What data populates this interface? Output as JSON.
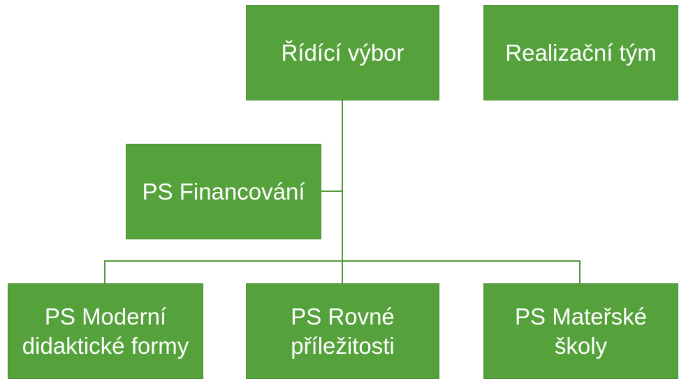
{
  "colors": {
    "box_fill": "#55a13b",
    "connector": "#4f9a36",
    "text": "#ffffff"
  },
  "diagram": {
    "steering_committee": "Řídící výbor",
    "implementation_team": "Realizační tým",
    "wg_financing": "PS Financování",
    "wg_modern_didactic": "PS Moderní didaktické formy",
    "wg_equal_opportunities": "PS Rovné příležitosti",
    "wg_kindergartens": "PS Mateřské školy"
  }
}
